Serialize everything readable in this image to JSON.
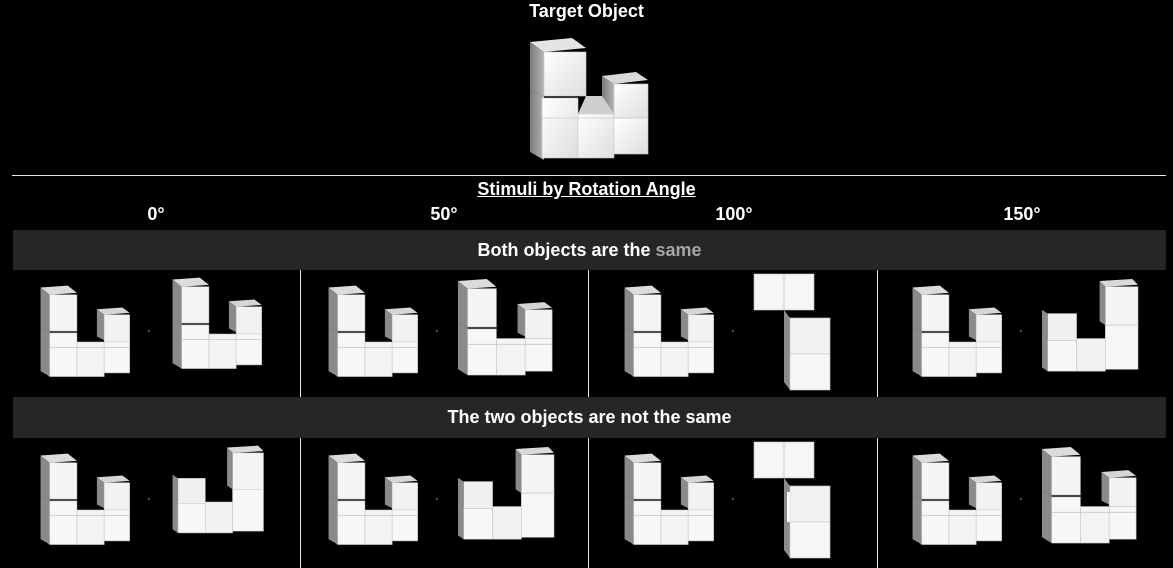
{
  "target_title": "Target Object",
  "stimuli_title": "Stimuli by Rotation Angle",
  "angles": [
    "0°",
    "50°",
    "100°",
    "150°"
  ],
  "rows": [
    {
      "label_prefix": "Both objects are the ",
      "label_highlight": "same"
    },
    {
      "label_prefix": "The two objects are not the same",
      "label_highlight": ""
    }
  ],
  "colors": {
    "background": "#000000",
    "band": "#262626",
    "highlight": "#a6a6a6",
    "cube_top": "#e8e8e8",
    "cube_side": "#9e9e9e"
  }
}
